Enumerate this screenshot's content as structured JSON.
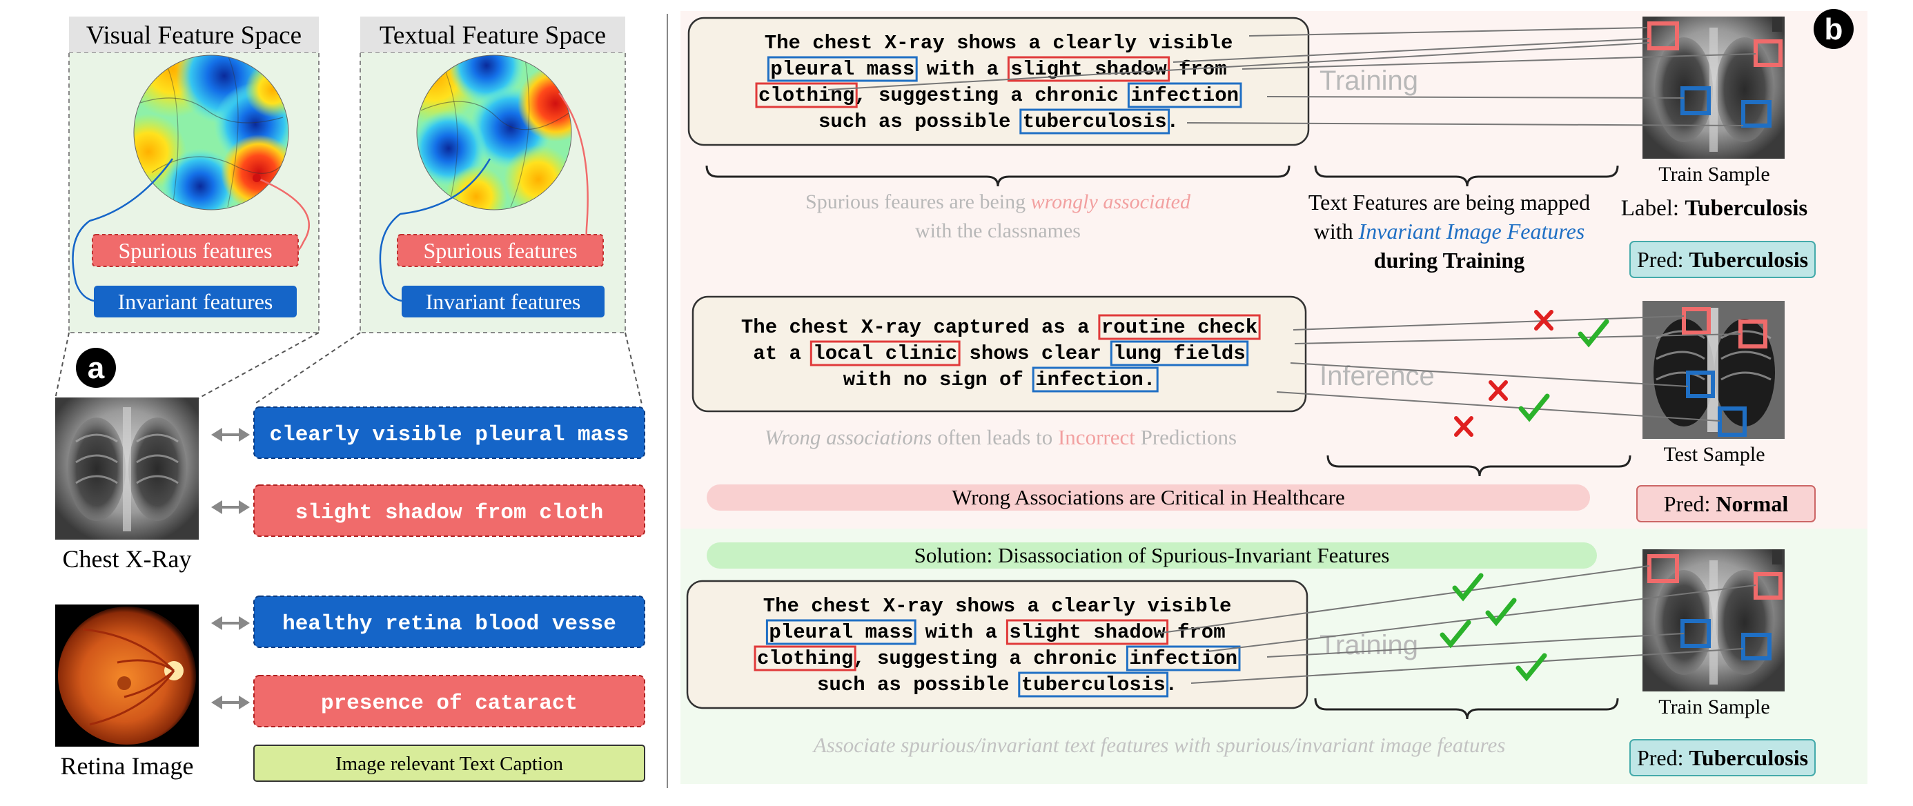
{
  "panel_a": {
    "visual_space_title": "Visual Feature Space",
    "textual_space_title": "Textual Feature Space",
    "spurious_label": "Spurious features",
    "invariant_label": "Invariant features",
    "badge": "a",
    "chest_caption": "Chest X-Ray",
    "retina_caption": "Retina Image",
    "text_features": [
      {
        "text": "clearly visible pleural mass",
        "kind": "invariant"
      },
      {
        "text": "slight shadow from cloth",
        "kind": "spurious"
      },
      {
        "text": "healthy retina blood vesse",
        "kind": "invariant"
      },
      {
        "text": "presence of cataract",
        "kind": "spurious"
      }
    ],
    "legend": "Image relevant Text Caption"
  },
  "panel_b": {
    "badge": "b",
    "train_caption": {
      "lines": [
        [
          {
            "t": "The chest X-ray shows a clearly visible"
          }
        ],
        [
          {
            "t": "pleural mass",
            "box": "blue"
          },
          {
            "t": " with a "
          },
          {
            "t": "slight shadow",
            "box": "red"
          },
          {
            "t": " from"
          }
        ],
        [
          {
            "t": "clothing",
            "box": "red"
          },
          {
            "t": ", suggesting a chronic "
          },
          {
            "t": "infection",
            "box": "blue"
          }
        ],
        [
          {
            "t": "such as possible "
          },
          {
            "t": "tuberculosis",
            "box": "blue"
          },
          {
            "t": "."
          }
        ]
      ]
    },
    "test_caption": {
      "lines": [
        [
          {
            "t": "The chest X-ray captured as a "
          },
          {
            "t": "routine check",
            "box": "red"
          }
        ],
        [
          {
            "t": "at a "
          },
          {
            "t": "local clinic",
            "box": "red"
          },
          {
            "t": " shows clear "
          },
          {
            "t": "lung fields",
            "box": "blue"
          }
        ],
        [
          {
            "t": "with no sign of "
          },
          {
            "t": "infection.",
            "box": "blue"
          }
        ]
      ]
    },
    "training_watermark": "Training",
    "inference_watermark": "Inference",
    "spurious_note": {
      "pre": "Spurious feaures are being ",
      "highlight": "wrongly associated",
      "post": "with the classnames"
    },
    "mapped_note": {
      "line1": "Text Features are being mapped",
      "pre2": "with ",
      "highlight2": "Invariant Image Features",
      "line3": "during Training"
    },
    "train_sample_label": "Train Sample",
    "label_prefix": "Label: ",
    "label_value": "Tuberculosis",
    "pred_prefix": "Pred: ",
    "pred_train": "Tuberculosis",
    "test_sample_label": "Test Sample",
    "pred_test": "Normal",
    "wrong_note": {
      "a": "Wrong associations",
      "b": " often leads to ",
      "c": "Incorrect",
      "d": " Predictions"
    },
    "critical_banner": "Wrong Associations are Critical in Healthcare",
    "solution_banner": "Solution: Disassociation of Spurious-Invariant Features",
    "associate_note": "Associate spurious/invariant text features with spurious/invariant image features",
    "pred_solution": "Tuberculosis"
  },
  "colors": {
    "invariant_blue": "#1565c8",
    "spurious_red": "#f06b6b",
    "box_red": "#e03a3a",
    "box_blue": "#1f6fc4",
    "check_green": "#2bb22b",
    "cross_red": "#e02020",
    "pred_teal": "#bfe6e6",
    "pred_red": "#f9d3d3",
    "banner_pink": "#f9d0d0",
    "banner_green": "#c8f2c4",
    "legend_green": "#d8ec9a"
  }
}
